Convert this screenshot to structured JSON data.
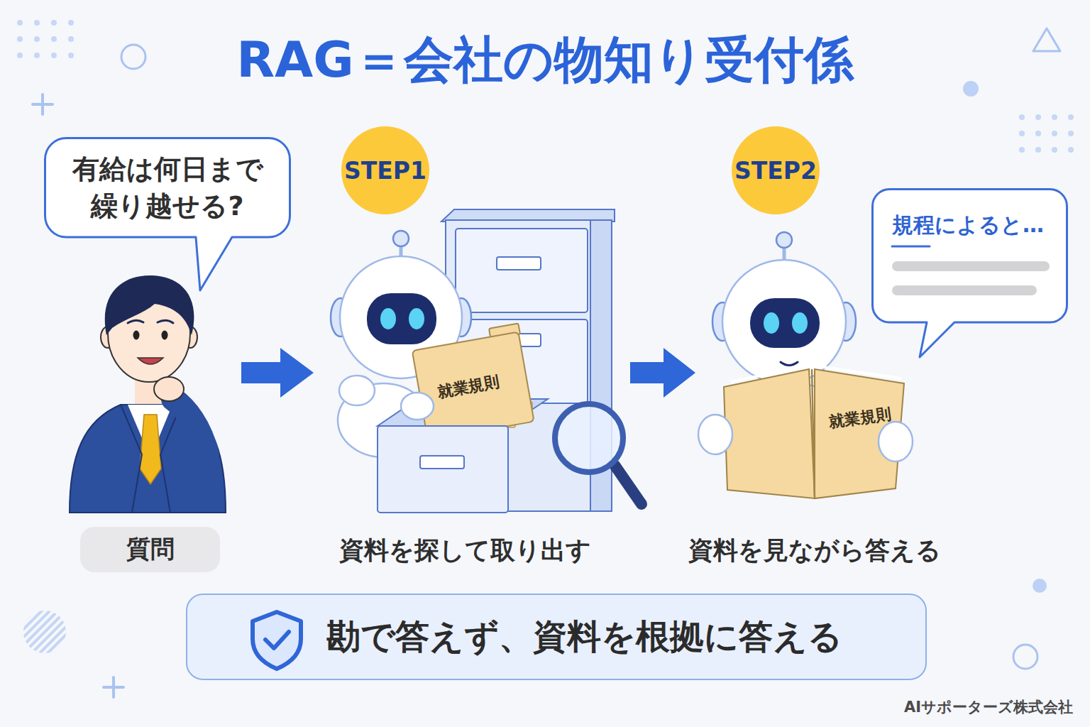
{
  "diagram": {
    "title": "RAG＝会社の物知り受付係",
    "nodes": [
      {
        "text": [
          "有給は何日まで 繰り越せる?"
        ]
      },
      {
        "text": [
          "STEP1"
        ]
      },
      {
        "text": [
          "STEP2"
        ]
      },
      {
        "text": [
          "規程によると…"
        ]
      },
      {
        "text": [
          "質問"
        ]
      },
      {
        "text": [
          "勘で答えず、資料を根拠に答える"
        ]
      }
    ],
    "labels": [
      "就業規則",
      "就業規則",
      "資料を探して取り出す",
      "資料を見ながら答える",
      "AIサポーターズ株式会社"
    ]
  }
}
